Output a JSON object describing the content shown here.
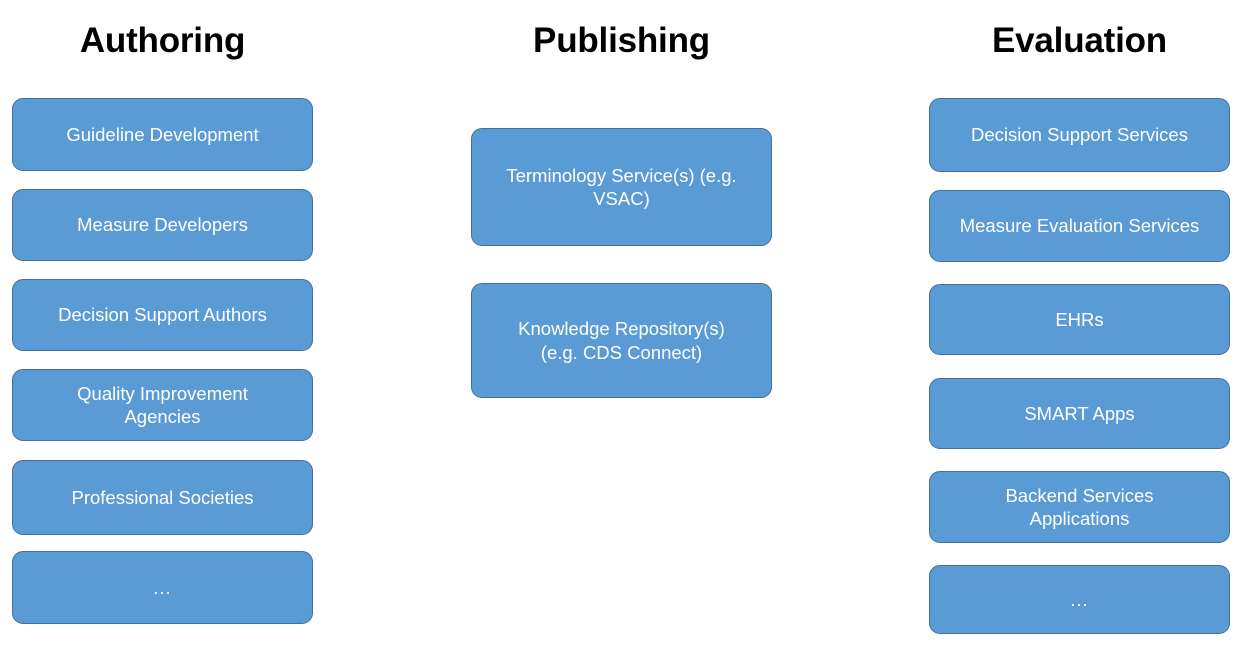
{
  "diagram": {
    "title_color": "#000000",
    "node_fill": "#5B9BD5",
    "node_border": "#41719C",
    "node_text_color": "#FFFFFF",
    "background": "#FFFFFF",
    "columns": [
      {
        "id": "authoring",
        "heading": "Authoring",
        "nodes": [
          {
            "label": "Guideline Development"
          },
          {
            "label": "Measure Developers"
          },
          {
            "label": "Decision Support Authors"
          },
          {
            "label": "Quality Improvement\nAgencies"
          },
          {
            "label": "Professional Societies"
          },
          {
            "label": "..."
          }
        ]
      },
      {
        "id": "publishing",
        "heading": "Publishing",
        "nodes": [
          {
            "label": "Terminology Service(s) (e.g.\nVSAC)"
          },
          {
            "label": "Knowledge Repository(s)\n(e.g. CDS Connect)"
          }
        ]
      },
      {
        "id": "evaluation",
        "heading": "Evaluation",
        "nodes": [
          {
            "label": "Decision Support Services"
          },
          {
            "label": "Measure Evaluation Services"
          },
          {
            "label": "EHRs"
          },
          {
            "label": "SMART Apps"
          },
          {
            "label": "Backend Services\nApplications"
          },
          {
            "label": "..."
          }
        ]
      }
    ]
  }
}
